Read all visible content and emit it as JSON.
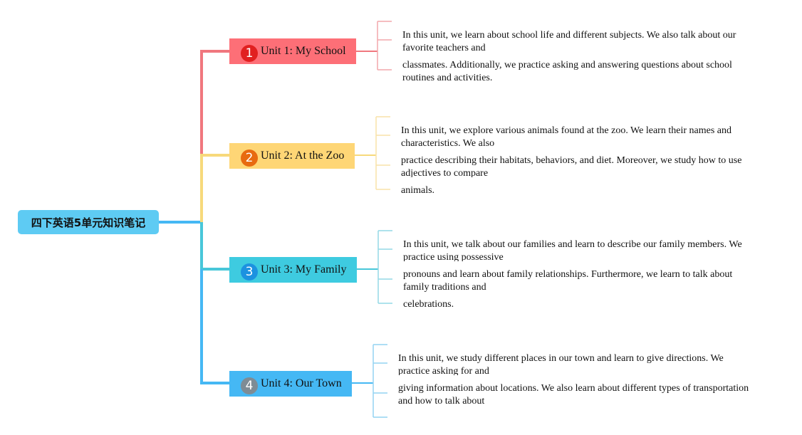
{
  "root": {
    "label": "四下英语5单元知识笔记"
  },
  "units": [
    {
      "number": "1",
      "title": "Unit 1: My School",
      "box_color": "#fd6f77",
      "badge_color": "#e12020",
      "line_color": "#f0777e",
      "note_line_color": "#f2a7ab",
      "notes": [
        "In this unit, we learn about school life and different subjects. We also talk about our favorite teachers and",
        "classmates. Additionally, we practice asking and answering questions about school routines and activities."
      ]
    },
    {
      "number": "2",
      "title": "Unit 2: At the Zoo",
      "box_color": "#fed676",
      "badge_color": "#e86a10",
      "line_color": "#f7d97b",
      "note_line_color": "#f8e2a8",
      "notes": [
        "In this unit, we explore various animals found at the zoo. We learn their names and characteristics. We also",
        "practice describing their habitats, behaviors, and diet. Moreover, we study how to use adjectives to compare",
        "animals."
      ]
    },
    {
      "number": "3",
      "title": "Unit 3: My Family",
      "box_color": "#3ecbe0",
      "badge_color": "#1c92e0",
      "line_color": "#48c7d9",
      "note_line_color": "#94d9e6",
      "notes": [
        "In this unit, we talk about our families and learn to describe our family members. We practice using possessive",
        "pronouns and learn about family relationships. Furthermore, we learn to talk about family traditions and",
        "celebrations."
      ]
    },
    {
      "number": "4",
      "title": "Unit 4: Our Town",
      "box_color": "#45b8f4",
      "badge_color": "#7e8c95",
      "line_color": "#45b8f4",
      "note_line_color": "#94d3f2",
      "notes": [
        "In this unit, we study different places in our town and learn to give directions. We practice asking for and",
        "giving information about locations. We also learn about different types of transportation and how to talk about"
      ]
    }
  ]
}
